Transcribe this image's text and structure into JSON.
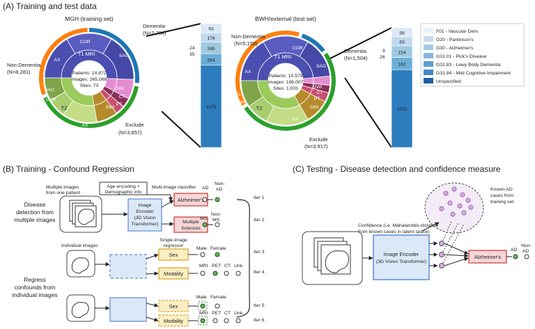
{
  "colors": {
    "dementia": "#1f77b4",
    "non_dementia": "#ff7f0e",
    "exclude": "#2ca02c",
    "t1": "#4b4fb0",
    "t2": "#9acb5b",
    "encoder_fill": "#dbe8f7",
    "encoder_stroke": "#5b8bd0",
    "classifier_fill": "#f6d6d6",
    "classifier_stroke": "#cc3333",
    "regressor_fill": "#fbeec2",
    "regressor_stroke": "#d7a32a",
    "green_dot": "#55c24a",
    "latent_fill": "#f3ecf7",
    "latent_point": "#d7a6e6"
  },
  "panel_a": {
    "title": "(A) Training and test data",
    "legend": [
      "F01 - Vascular Dem.",
      "G20 - Parkinson's",
      "G30 - Alzheimer's",
      "G31.01 - Pick's Disease",
      "G31.83 - Lewy Body Dementia",
      "G31.84 - Mild Cognitive Impairment",
      "Unspecified"
    ],
    "mgh": {
      "title": "MGH (training set)",
      "dementia": "Dementia",
      "dementia_n": "(N=2,734)",
      "non_dementia": "Non-Dementia",
      "non_dementia_n": "(N=8,281)",
      "exclude": "Exclude",
      "exclude_n": "(N=3,857)",
      "center": [
        "Patients: 14,872",
        "Images: 265,068",
        "Sites: 73"
      ],
      "ring_labels": {
        "t1": "T1 MRI",
        "cor": "COR",
        "sag": "SAG",
        "ax": "AX",
        "t2": "T2",
        "sag2": "SAG",
        "cor2": "COR",
        "ax2": "AX",
        "swi": "SWI",
        "dwi": "DWI",
        "ct": "CT",
        "pt": "PT"
      },
      "bar": {
        "segments": [
          93,
          176,
          265,
          264,
          1875
        ],
        "side_labels": [
          "24",
          "35"
        ]
      }
    },
    "bwh": {
      "title": "BWH/external (test set)",
      "dementia": "Dementia",
      "dementia_n": "(N=1,504)",
      "non_dementia": "Non-Dementia",
      "non_dementia_n": "(N=5,158)",
      "exclude": "Exclude",
      "exclude_n": "(N=3,917)",
      "center": [
        "Patients: 10,579",
        "Images: 196,007",
        "Sites: 1,003"
      ],
      "ring_labels": {
        "t1": "T1 MRI",
        "cor": "COR",
        "sag": "SAG",
        "ax": "AX",
        "t2": "T2",
        "sag2": "SAG",
        "cor2": "COR",
        "ax2": "AX",
        "swi": "SWI",
        "dwi": "DWI",
        "ct": "CT",
        "pt": "PT"
      },
      "bar": {
        "segments": [
          58,
          63,
          154,
          162,
          1032
        ],
        "side_labels": [
          "9",
          "26"
        ]
      }
    }
  },
  "panel_b": {
    "title": "(B) Training - Confound Regression",
    "multiple_images_label": [
      "Multiple images",
      "from one patient"
    ],
    "age_encoding_label": [
      "Age encoding +",
      "Demographic info"
    ],
    "multi_image_classifier": "Multi-image classifier",
    "disease_detection_label": [
      "Disease",
      "detection from",
      "multiple images"
    ],
    "image_encoder": [
      "Image",
      "Encoder",
      "(3D Vision",
      "Transformer)"
    ],
    "alzheimers": "Alzheimer's",
    "multiple_sclerosis": [
      "Multiple",
      "Sclerosis"
    ],
    "ad": "AD",
    "non_ad": [
      "Non-",
      "AD"
    ],
    "ms": "MS",
    "non_ms": [
      "Non-",
      "MS"
    ],
    "individual_images": "Individual images",
    "single_image_regressor": [
      "Single-image",
      "regressor"
    ],
    "regress_confounds_label": [
      "Regress",
      "confounds from",
      "individual images"
    ],
    "sex": "Sex",
    "modality": "Modality",
    "male": "Male",
    "female": "Female",
    "mri": "MRI",
    "pet": "PET",
    "ct": "CT",
    "unk": "Unk.",
    "iters": [
      "Iter 1",
      "Iter 2",
      "Iter 3",
      "Iter 4",
      "Iter 5",
      "Iter 6"
    ]
  },
  "panel_c": {
    "title": "(C) Testing - Disease detection and confidence measure",
    "confidence_label": [
      "Confidence (i.e. Mahalanobis distance",
      "from known cases in latent space)"
    ],
    "known_ad_label": [
      "Known AD",
      "cases from",
      "training set"
    ],
    "image_encoder": [
      "Image Encoder",
      "(3D Vision Transformer)"
    ],
    "alzheimers": "Alzheimer's",
    "ad": "AD",
    "non_ad": [
      "Non-",
      "AD"
    ]
  }
}
